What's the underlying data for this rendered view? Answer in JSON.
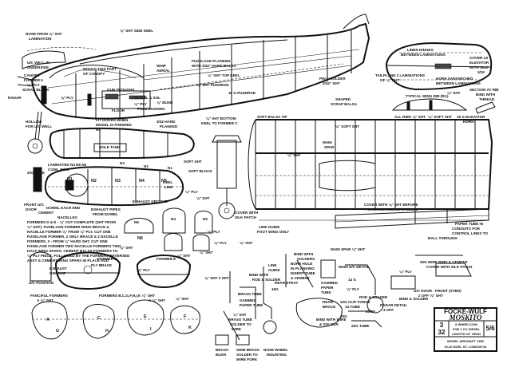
{
  "title_block": {
    "maker": "FOCKE-WULF",
    "model": "MOSKITO",
    "scale_left_top": "3",
    "scale_left_bottom": "32",
    "scale_right": "5/6",
    "wheelcoin": "8 WHEELCOIN",
    "line1": "FOR 1 CC DIESEL",
    "line2": "LENGTH 20\" SPAN",
    "line3": "MODEL AIRCRAFT 1950",
    "line4": "19-20 NOEL ST. LONDON W."
  },
  "labels": {
    "l001": "NOSE FROM ⅛\" SHT",
    "l002": "LAMINATION",
    "l003": "U/C WELL IN",
    "l004": "UNDERSIDE",
    "l005": "⅛\" SHT SIDE KEEL",
    "l006": "MOULD THIS PART",
    "l007": "OF CANOPY",
    "l008": "WHIP",
    "l009": "AERIAL",
    "l010": "FUSELAGE PLANKED",
    "l011": "WITH 3/32\" HARD BALSA",
    "l012": "⅛\" SHT TOP KEEL",
    "l013": "CANOPY",
    "l014": "FORMER 5",
    "l015": "⅛\" PLY",
    "l016": "SCRAP BLOCK",
    "l017": "RADAR",
    "l018": "⅛\" PLY",
    "l019": "GUN TROUGHS",
    "l020": "⅛\" S.BL & SOL",
    "l021": "⅛\" SHT PUSHROD",
    "l022": "16 G PUSHROD",
    "l023": "⅛\" PLY",
    "l024": "FLOOR",
    "l025": "PIN & BUSHING",
    "l026": "⅛\" BUSH",
    "l027": "HOLLOW",
    "l028": "FOR U/C WELL",
    "l029": "FIT DOORS WHEN",
    "l030": "MODEL IS FINISHED",
    "l031": "3/32 HARD",
    "l032": "PLANKED",
    "l033": "⅛\" SHT BOTTOM",
    "l034": "KEEL TO FORMER C",
    "l035": "PIN & SOLDER",
    "l036": "3/32\" SHT",
    "l037": "SHAPED",
    "l038": "SCRAP BALSA",
    "l039": "LINEN HINGES",
    "l040": "BETWEEN LAMINATIONS",
    "l041": "COVER LE",
    "l042": "ELEVATOR",
    "l043": "WITH SILK",
    "l044": "3/32",
    "l045": "HORN SANDWICHED",
    "l046": "BETWEEN LAMINATIONS",
    "l047": "TAILPLANE 2 LAMINATIONS",
    "l048": "OF ⅛\" SHT",
    "l049": "TYPICAL WING RIB (RA)",
    "l050": "⅛\" SHT",
    "l051": "SECTION AT RIB",
    "l052": "BIND WITH",
    "l053": "THREAD",
    "l054": "16 G ELEVATOR",
    "l055": "HORN",
    "l056": "SOFT BALSA TIP",
    "l057": "⅛\" SOFT SHT",
    "l058": "ALL RIBS ⅛\" SHT",
    "l059": "⅛\" SOFT SHT",
    "l060": "LAMINATED",
    "l061": "COWL RING",
    "l062": "N4 N6 N6",
    "l063": "N3",
    "l064": "N5",
    "l065": "N2",
    "l066": "N1",
    "l067": "HOLE TANK",
    "l068": "SOFT SHT",
    "l069": "SOFT BLOCK",
    "l070": "KEEL",
    "l071": "LINE",
    "l072": "EXHAUST GROOVE",
    "l073": "⅛\" PLY",
    "l074": "⅛\" SHT",
    "l075": "20G WIRE",
    "l076": "FRONT U/C",
    "l077": "DOOR",
    "l078": "DOWEL EACH END",
    "l079": "CEMENT",
    "l080": "NACELLES",
    "l081": "EXHAUST PIPES",
    "l082": "FROM DOWEL",
    "l083": "MAIN",
    "l084": "SPAR",
    "l085": "⅛\" SHT",
    "l086": "COVER WITH ⅛\" SHT BEFORE",
    "l087": "PLANKING ENGINE NACELLE",
    "l088": "PAPER TUBE IN",
    "l089": "CONDUITS FOR",
    "l090": "CONTROL LINES TO",
    "l091": "BALL THROUGH",
    "l092": "FORMERS D & E - ⅛\" CUT COMPLETE (SHT FROM",
    "l093": "⅛\" SHT). FUSELAGE FORMER WING BRACE &",
    "l094": "NACELLE FORMER ⅛\" FROM ⅛\" PLY. CUT ONE",
    "l095": "FUSELAGE FORMER, 2 ONLY BRACE & 2 NACELLE",
    "l096": "FORMERS, 3 - FROM ⅛\" HARD SHT. CUT ONE",
    "l097": "FUSELAGE FORMER TWO NACELLE FORMERS TWO",
    "l098": "HALF WING SPARS. CEMENT BALSA FORMERS TO",
    "l099": "⅛\" PLY PIECE. FOLLOWED BY THE FORMERS REVERSED",
    "l100": "ASSY & CEMENT WING SPARS IN PLACE ADD",
    "l101": "PLY BRACE",
    "l102": "N4",
    "l103": "N5",
    "l104": "N6",
    "l105": "⅛\" SHT",
    "l106": "⅛\" SHT",
    "l107": "⅛\" PLY",
    "l108": "COVER WITH",
    "l109": "SILK PATCH",
    "l110": "LINE GUIDE",
    "l111": "FOOT WING ONLY",
    "l112": "MAIN SPAR ⅛\" SHT",
    "l113": "⅛\" SHT",
    "l114": "⅛\" PLY",
    "l115": "FORMER D",
    "l116": "FORMER E",
    "l117": "EXHAUST",
    "l118": "GROOVE",
    "l119": "U/C POSITION",
    "l120": "FANCIFUL FORMERS",
    "l121": "A ⅛\" SHT",
    "l122": "FORMERS B,C,G,F,H,I,K ⅛\" SHT",
    "l123": "A ⅛\" SHT",
    "l124": "⅛\" SHT 2 OFF",
    "l125": "BIND WITH",
    "l126": "ROD & SOLDER",
    "l127": "BRASS TUBE",
    "l128": "GAMMED",
    "l129": "PAPER TUBE",
    "l130": "⅛\" SHT",
    "l131": "LINE",
    "l132": "GUIDE",
    "l133": "BORE HOLE",
    "l134": "IN PLANKING",
    "l135": "INSERT TUBE",
    "l136": "& CEMENT",
    "l137": "REAR STRAY",
    "l138": "BIND WITH",
    "l139": "SOLDERS",
    "l140": "MAIN U/C DETAIL",
    "l141": "GAMMED",
    "l142": "PAPER",
    "l143": "TUBE",
    "l144": "14 G",
    "l145": "⅛\" PLY",
    "l146": "ROD & SOLDER",
    "l147": "20G WIRE BIND & CEMENT",
    "l148": "COVER WITH SILK PATCH",
    "l149": "⅛\" PLY",
    "l150": "U/C DOOR - FRONT (STBD)",
    "l151": "2 OFF ⅛\" SHT",
    "l152": "REAR",
    "l153": "BRACE",
    "l154": "22G CLIP FORCE",
    "l155": "14 TUBE",
    "l156": "RADAR DETAIL",
    "l157": "4 OFF",
    "l158": "BIND WITH WIRE",
    "l159": "& SOLDER",
    "l160": "20G TUBE",
    "l161": "BIND & SOLDER",
    "l162": "BRASS TUBE",
    "l163": "SOLDER TO",
    "l164": "WIRE",
    "l165": "BRASS",
    "l166": "BUSH",
    "l167": "SHIM BRASS",
    "l168": "SOLDER TO",
    "l169": "WIRE FORK",
    "l170": "NOSE WHEEL",
    "l171": "MOUNTING",
    "l172": "⅛\" SHT",
    "l173": "⅛\" SHT",
    "l174": "⅛\" PLY",
    "l175": "A",
    "l176": "C",
    "l177": "E",
    "l178": "F",
    "l179": "G",
    "l180": "H",
    "l181": "I",
    "l182": "K",
    "l183": "20G",
    "l184": "16G",
    "l185": "20G",
    "l186": "N1",
    "l187": "N2",
    "l188": "N3",
    "l189": "N4",
    "l190": "N5",
    "l191": "N6"
  }
}
